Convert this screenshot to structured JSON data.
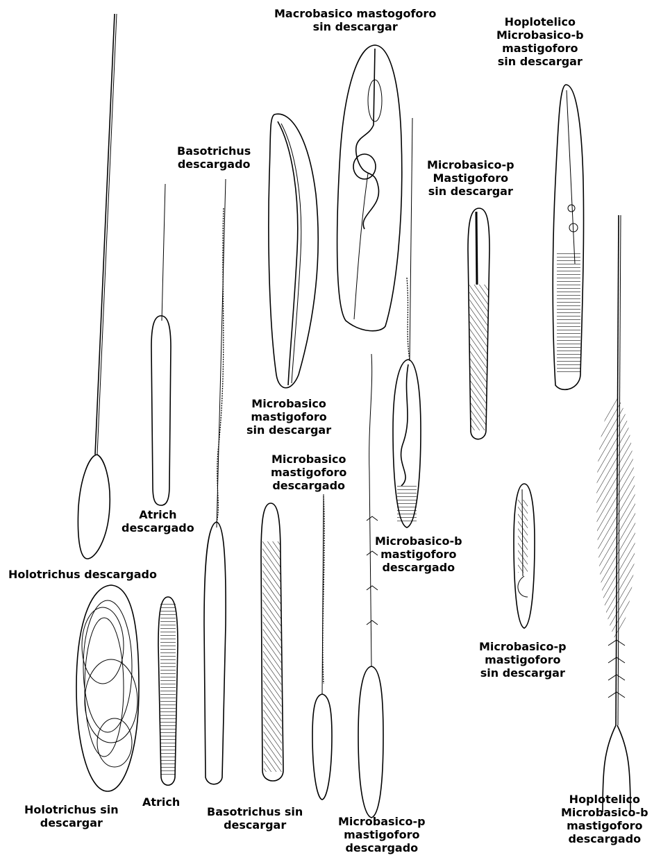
{
  "labels": {
    "macrobasico_sin": [
      "Macrobasico mastogoforo",
      "sin descargar"
    ],
    "hoplotelico_sin": [
      "Hoplotelico",
      "Microbasico-b",
      "mastigoforo",
      "sin descargar"
    ],
    "basotrichus_desc": [
      "Basotrichus",
      "descargado"
    ],
    "microbasico_p_sin_top": [
      "Microbasico-p",
      "Mastigoforo",
      "sin descargar"
    ],
    "microbasico_sin": [
      "Microbasico",
      "mastigoforo",
      "sin descargar"
    ],
    "microbasico_desc": [
      "Microbasico",
      "mastigoforo",
      "descargado"
    ],
    "atrich_desc": [
      "Atrich",
      "descargado"
    ],
    "microbasico_b_desc": [
      "Microbasico-b",
      "mastigoforo",
      "descargado"
    ],
    "holotrichus_desc": [
      "Holotrichus descargado"
    ],
    "microbasico_p_sin_low": [
      "Microbasico-p",
      "mastigoforo",
      "sin descargar"
    ],
    "holotrichus_sin": [
      "Holotrichus sin",
      "descargar"
    ],
    "atrich": [
      "Atrich"
    ],
    "basotrichus_sin": [
      "Basotrichus sin",
      "descargar"
    ],
    "microbasico_p_desc": [
      "Microbasico-p",
      "mastigoforo",
      "descargado"
    ],
    "hoplotelico_desc": [
      "Hoplotelico",
      "Microbasico-b",
      "mastigoforo",
      "descargado"
    ]
  },
  "drawings": [
    {
      "name": "holotrichus-descargado-drawing"
    },
    {
      "name": "atrich-descargado-drawing"
    },
    {
      "name": "basotrichus-descargado-drawing"
    },
    {
      "name": "microbasico-sin-descargar-drawing"
    },
    {
      "name": "macrobasico-sin-descargar-drawing"
    },
    {
      "name": "microbasico-b-descargado-drawing"
    },
    {
      "name": "microbasico-p-sin-descargar-drawing"
    },
    {
      "name": "hoplotelico-sin-descargar-drawing"
    },
    {
      "name": "hoplotelico-descargado-drawing"
    },
    {
      "name": "holotrichus-sin-descargar-drawing"
    },
    {
      "name": "atrich-drawing"
    },
    {
      "name": "basotrichus-sin-descargar-drawing"
    },
    {
      "name": "microbasico-descargado-drawing"
    },
    {
      "name": "microbasico-p-descargado-drawing"
    },
    {
      "name": "microbasico-p-sin-descargar-small-drawing"
    }
  ]
}
